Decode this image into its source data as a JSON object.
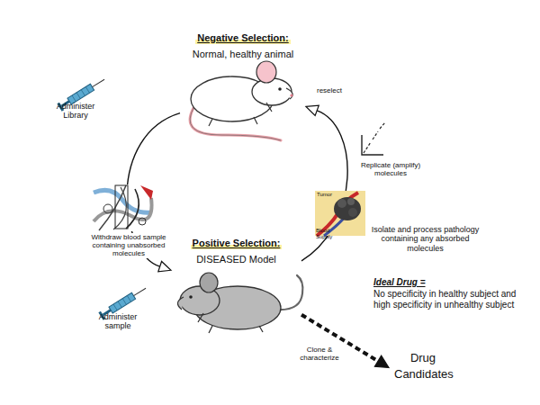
{
  "diagram": {
    "nodes": [
      {
        "text": [
          "Negative Selection:",
          "Normal, healthy animal"
        ]
      },
      {
        "text": [
          "Positive Selection:",
          "DISEASED Model"
        ]
      },
      {
        "text": [
          "Drug Candidates"
        ]
      }
    ],
    "edges": [
      {
        "from": 0,
        "to": 1,
        "arrow": "to"
      },
      {
        "from": 1,
        "to": 0,
        "label": "reselect",
        "arrow": "to"
      },
      {
        "from": 1,
        "to": 2,
        "label": "Clone & characterize",
        "arrow": "to"
      }
    ],
    "labels": [
      "Administer Library",
      "Withdraw blood sample containing unabsorbed molecules",
      "Administer sample",
      "Replicate (amplify) molecules",
      "Isolate and process pathology containing any absorbed molecules",
      "Tumor",
      "Blood Supply",
      "Ideal Drug =",
      "No specificity in healthy subject and high specificity in unhealthy subject"
    ]
  }
}
